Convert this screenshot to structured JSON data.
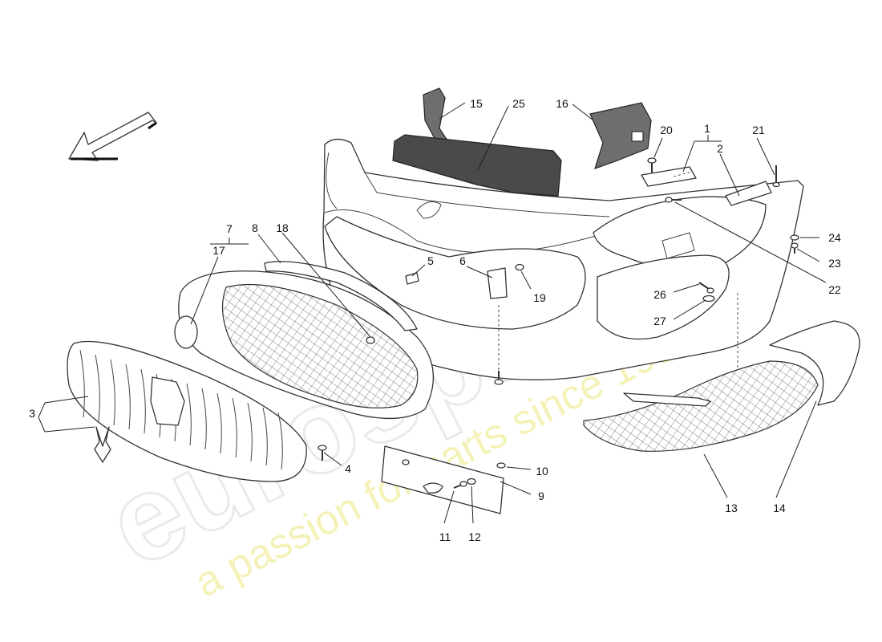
{
  "callouts": {
    "c1": "1",
    "c2": "2",
    "c3": "3",
    "c4": "4",
    "c5": "5",
    "c6": "6",
    "c7": "7",
    "c8": "8",
    "c9": "9",
    "c10": "10",
    "c11": "11",
    "c12": "12",
    "c13": "13",
    "c14": "14",
    "c15": "15",
    "c16": "16",
    "c17": "17",
    "c18": "18",
    "c19": "19",
    "c20": "20",
    "c21": "21",
    "c22": "22",
    "c23": "23",
    "c24": "24",
    "c25": "25",
    "c26": "26",
    "c27": "27"
  },
  "watermark": {
    "brand": "eurospares",
    "tagline": "a passion for parts since 1985",
    "color": "#f3f0a8"
  },
  "colors": {
    "line": "#333333",
    "dark_part": "#4a4a4a"
  }
}
